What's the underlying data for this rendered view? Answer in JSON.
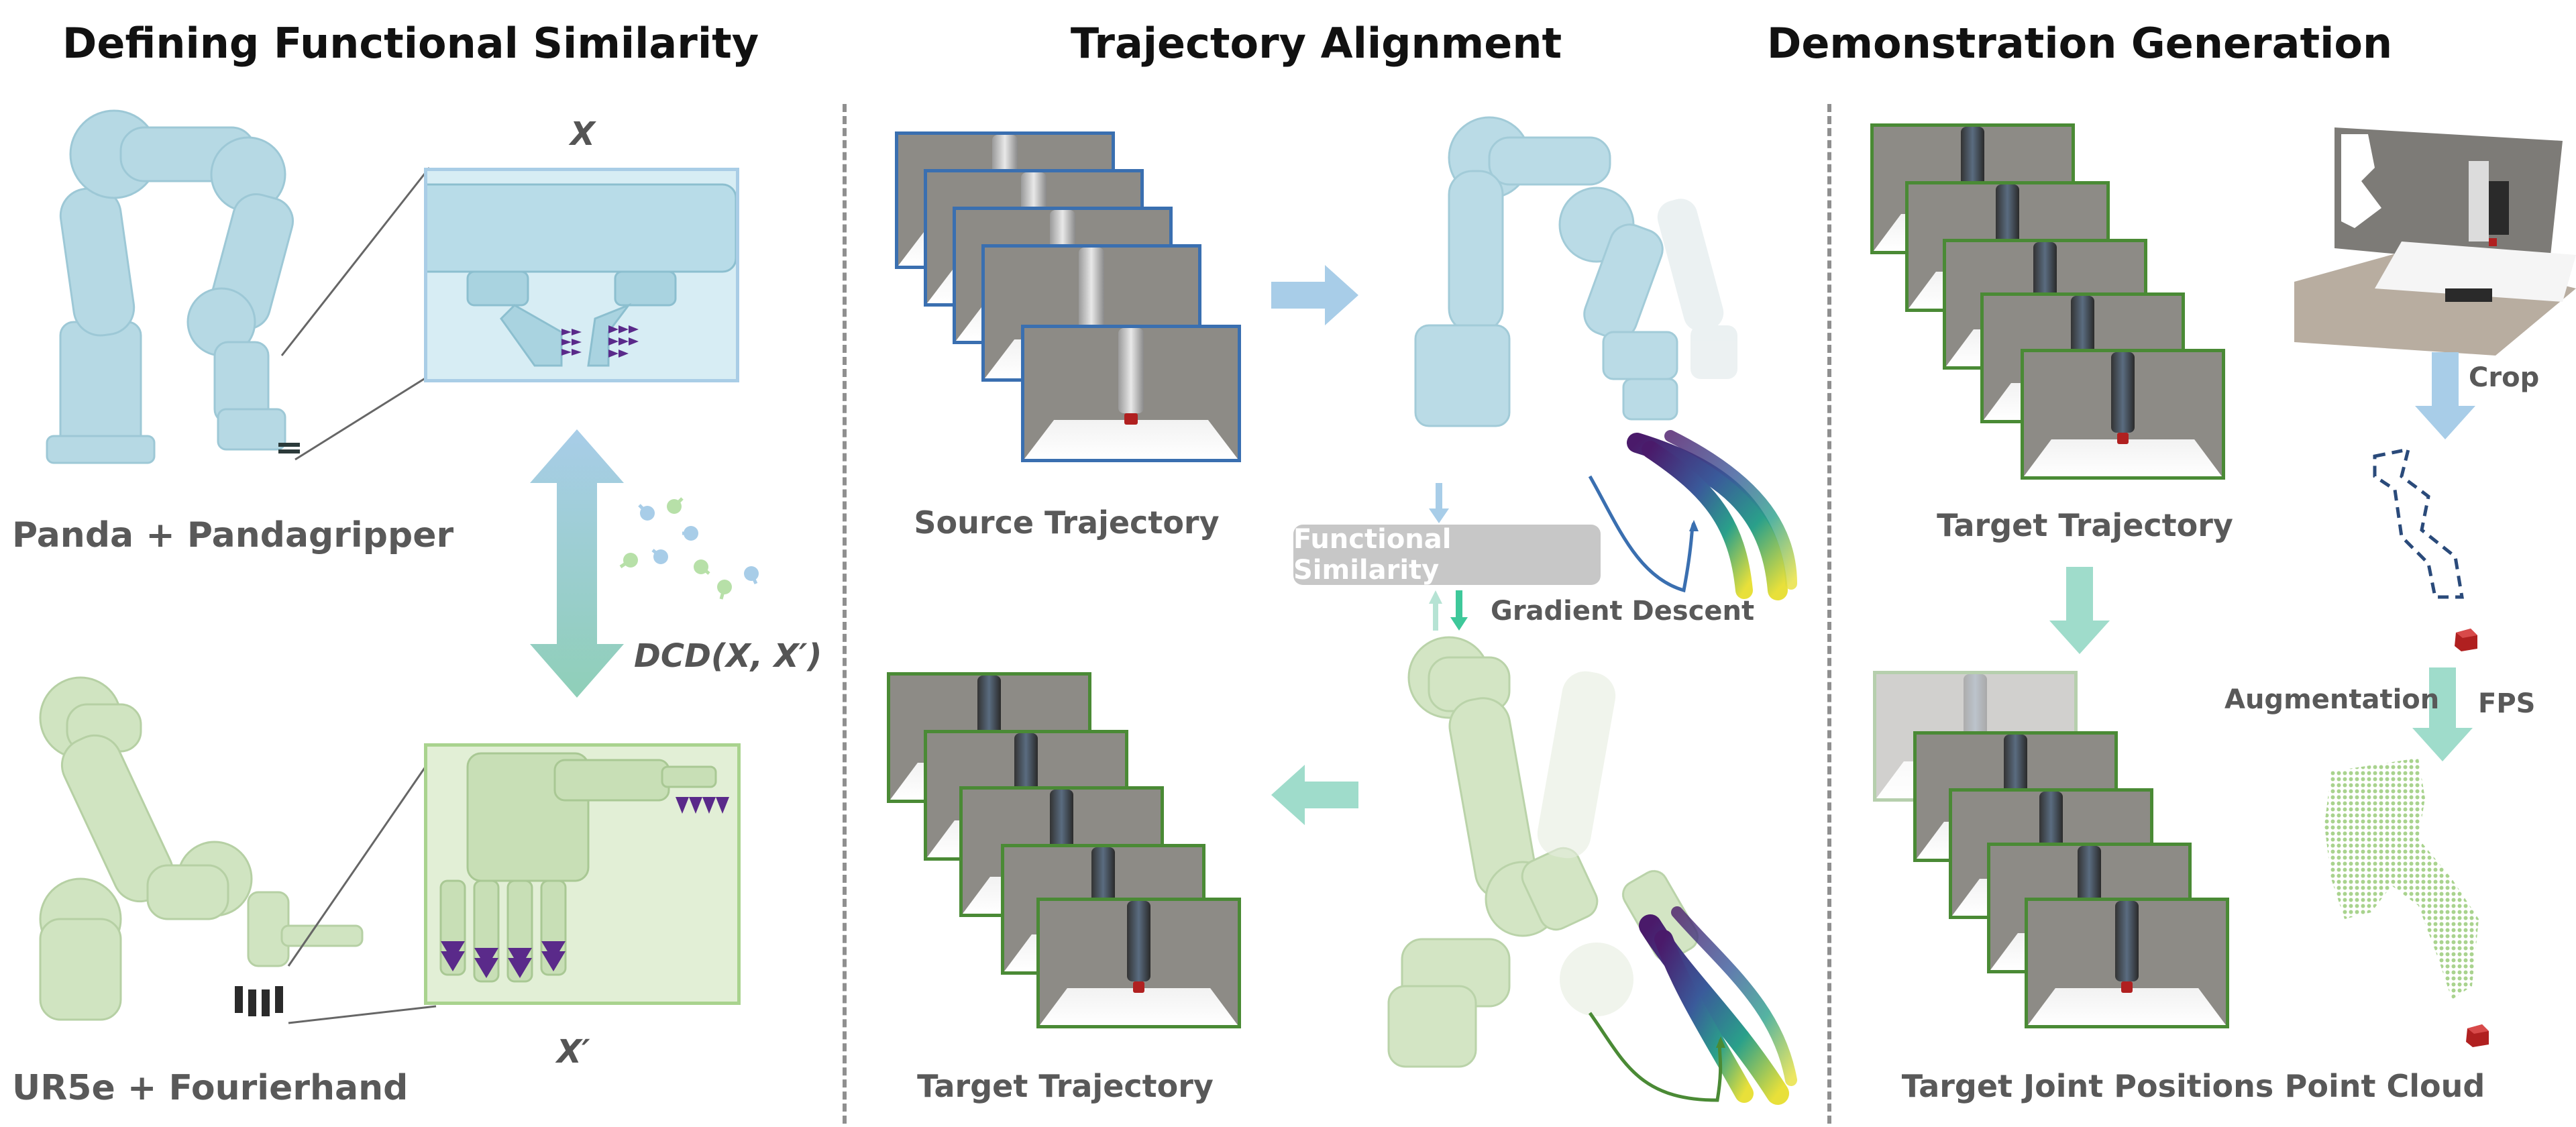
{
  "headings": {
    "left": "Defining Functional Similarity",
    "middle": "Trajectory Alignment",
    "right": "Demonstration Generation"
  },
  "left_panel": {
    "robot_top_label": "Panda + Pandagripper",
    "robot_bottom_label": "UR5e + Fourierhand",
    "x_label": "X",
    "x_prime_label": "X′",
    "distance_label": "DCD(X, X′)"
  },
  "middle_panel": {
    "source_label": "Source Trajectory",
    "target_label": "Target Trajectory",
    "functional_similarity": "Functional Similarity",
    "gradient_descent": "Gradient Descent"
  },
  "right_panel": {
    "target_trajectory": "Target Trajectory",
    "target_joint_positions": "Target Joint Positions",
    "point_cloud": "Point Cloud",
    "crop": "Crop",
    "fps": "FPS",
    "augmentation": "Augmentation"
  },
  "colors": {
    "blue_frame": "#3a6fb0",
    "green_frame": "#4a8a35",
    "panda_robot": "#a9d3e0",
    "ur5e_robot": "#c8dfb6",
    "arrow_blue": "#a8cde8",
    "arrow_teal": "#9fdccb"
  }
}
